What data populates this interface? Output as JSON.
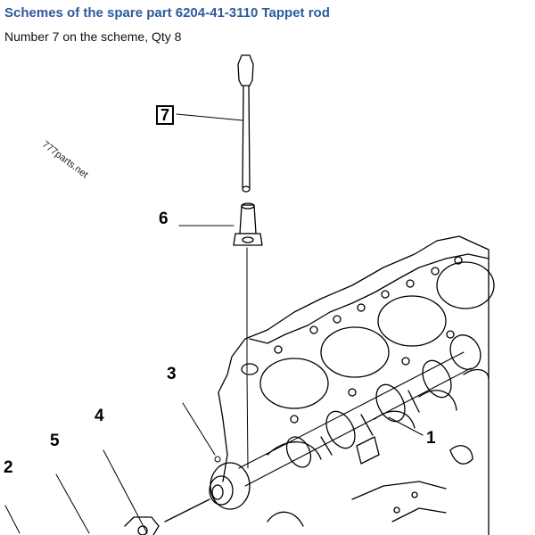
{
  "header": {
    "title": "Schemes of the spare part 6204-41-3110 Tappet rod",
    "subtitle": "Number 7 on the scheme, Qty 8"
  },
  "scheme": {
    "watermark": "777parts.net",
    "callouts": {
      "c1": "1",
      "c2": "2",
      "c3": "3",
      "c4": "4",
      "c5": "5",
      "c6": "6",
      "c7": "7"
    }
  },
  "colors": {
    "title": "#2e5a9c",
    "line": "#000000"
  }
}
